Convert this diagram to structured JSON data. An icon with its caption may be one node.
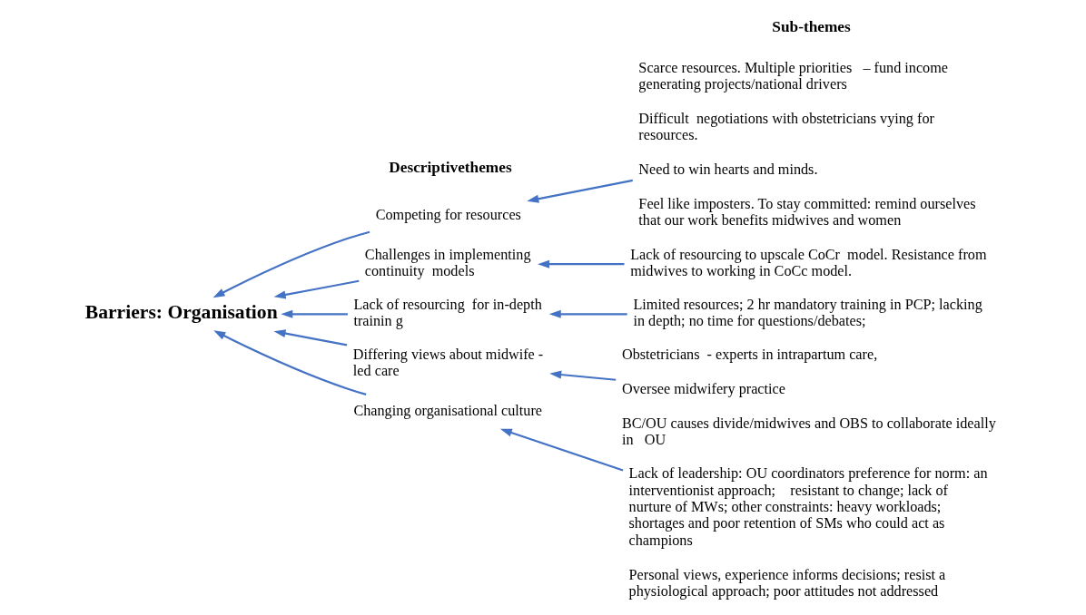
{
  "diagram": {
    "nodes": [
      {
        "text": [
          "Barriers: Organisation"
        ]
      },
      {
        "text": [
          "Competing for resources"
        ]
      },
      {
        "text": [
          "Challenges in implementing continuity  models"
        ]
      },
      {
        "text": [
          "Lack of resourcing  for in-depth trainin g"
        ]
      },
      {
        "text": [
          "Differing views about midwife - led care"
        ]
      },
      {
        "text": [
          "Changing organisational culture"
        ]
      },
      {
        "text": [
          "Scarce resources. Multiple priorities   – fund income generating projects/national drivers",
          "Difficult  negotiations with obstetricians vying for resources.",
          "Need to win hearts and minds.",
          "Feel like imposters. To stay committed: remind ourselves that our work benefits midwives and women"
        ]
      },
      {
        "text": [
          "Lack of resourcing to upscale CoCr  model. Resistance from midwives to working in CoCc model."
        ]
      },
      {
        "text": [
          "Limited resources; 2 hr mandatory training in PCP; lacking in depth; no time for questions/debates;"
        ]
      },
      {
        "text": [
          "Obstetricians  - experts in intrapartum care,",
          "Oversee midwifery practice",
          "BC/OU causes divide/midwives and OBS to collaborate ideally in   OU"
        ]
      },
      {
        "text": [
          "Lack of leadership: OU coordinators preference for norm: an interventionist approach;    resistant to change; lack of nurture of MWs; other constraints: heavy workloads; shortages and poor retention of SMs who could act as champions",
          "Personal views, experience informs decisions; resist a physiological approach; poor attitudes not addressed"
        ]
      }
    ],
    "edges": [
      {
        "from": 1,
        "to": 0,
        "arrow": "to"
      },
      {
        "from": 2,
        "to": 0,
        "arrow": "to"
      },
      {
        "from": 3,
        "to": 0,
        "arrow": "to"
      },
      {
        "from": 4,
        "to": 0,
        "arrow": "to"
      },
      {
        "from": 5,
        "to": 0,
        "arrow": "to"
      },
      {
        "from": 6,
        "to": 1,
        "arrow": "to"
      },
      {
        "from": 7,
        "to": 2,
        "arrow": "to"
      },
      {
        "from": 8,
        "to": 3,
        "arrow": "to"
      },
      {
        "from": 9,
        "to": 4,
        "arrow": "to"
      },
      {
        "from": 10,
        "to": 5,
        "arrow": "to"
      }
    ],
    "labels": [
      "Descriptivethemes",
      "Sub-themes"
    ]
  }
}
